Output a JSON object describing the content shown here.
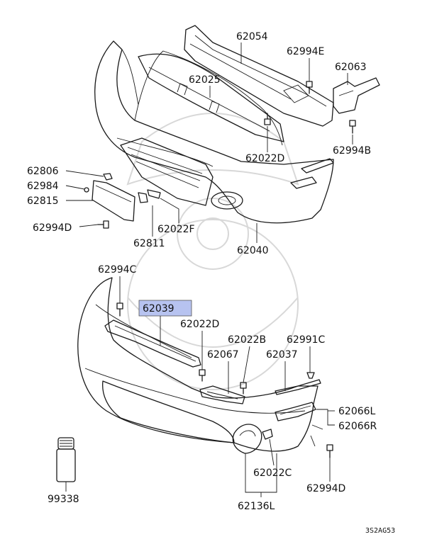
{
  "highlight_color": "#b7c3f0",
  "diagram_code": "3S2AG53",
  "upper_assembly": {
    "parts": [
      {
        "id": "bumper-cover-upper",
        "number": "62040"
      },
      {
        "id": "reinforcement",
        "number": "62054"
      },
      {
        "id": "absorber",
        "number": "62025"
      },
      {
        "id": "bracket",
        "number": "62063"
      },
      {
        "id": "bolt-upper-right",
        "number": "62994E"
      },
      {
        "id": "bolt-bracket",
        "number": "62994B"
      },
      {
        "id": "clip-upper",
        "number": "62022D"
      },
      {
        "id": "plate-bracket",
        "number": "62806"
      },
      {
        "id": "nut",
        "number": "62984"
      },
      {
        "id": "license-plate-bracket",
        "number": "62815"
      },
      {
        "id": "bolt-plate",
        "number": "62994D"
      },
      {
        "id": "clip-plate",
        "number": "62022F"
      },
      {
        "id": "plate-retainer",
        "number": "62811"
      }
    ]
  },
  "lower_assembly": {
    "parts": [
      {
        "id": "bolt-left",
        "number": "62994C"
      },
      {
        "id": "front-strip",
        "number": "62039",
        "highlighted": true
      },
      {
        "id": "clip-lower",
        "number": "62022D"
      },
      {
        "id": "clip-b",
        "number": "62022B"
      },
      {
        "id": "clip-c-right",
        "number": "62991C"
      },
      {
        "id": "duct",
        "number": "62067"
      },
      {
        "id": "molding",
        "number": "62037"
      },
      {
        "id": "side-support-l",
        "number": "62066L"
      },
      {
        "id": "side-support-r",
        "number": "62066R"
      },
      {
        "id": "clip-fog",
        "number": "62022C"
      },
      {
        "id": "bolt-lower-right",
        "number": "62994D"
      },
      {
        "id": "fog-cover",
        "number": "62136L"
      },
      {
        "id": "touch-up-paint",
        "number": "99338"
      }
    ]
  }
}
